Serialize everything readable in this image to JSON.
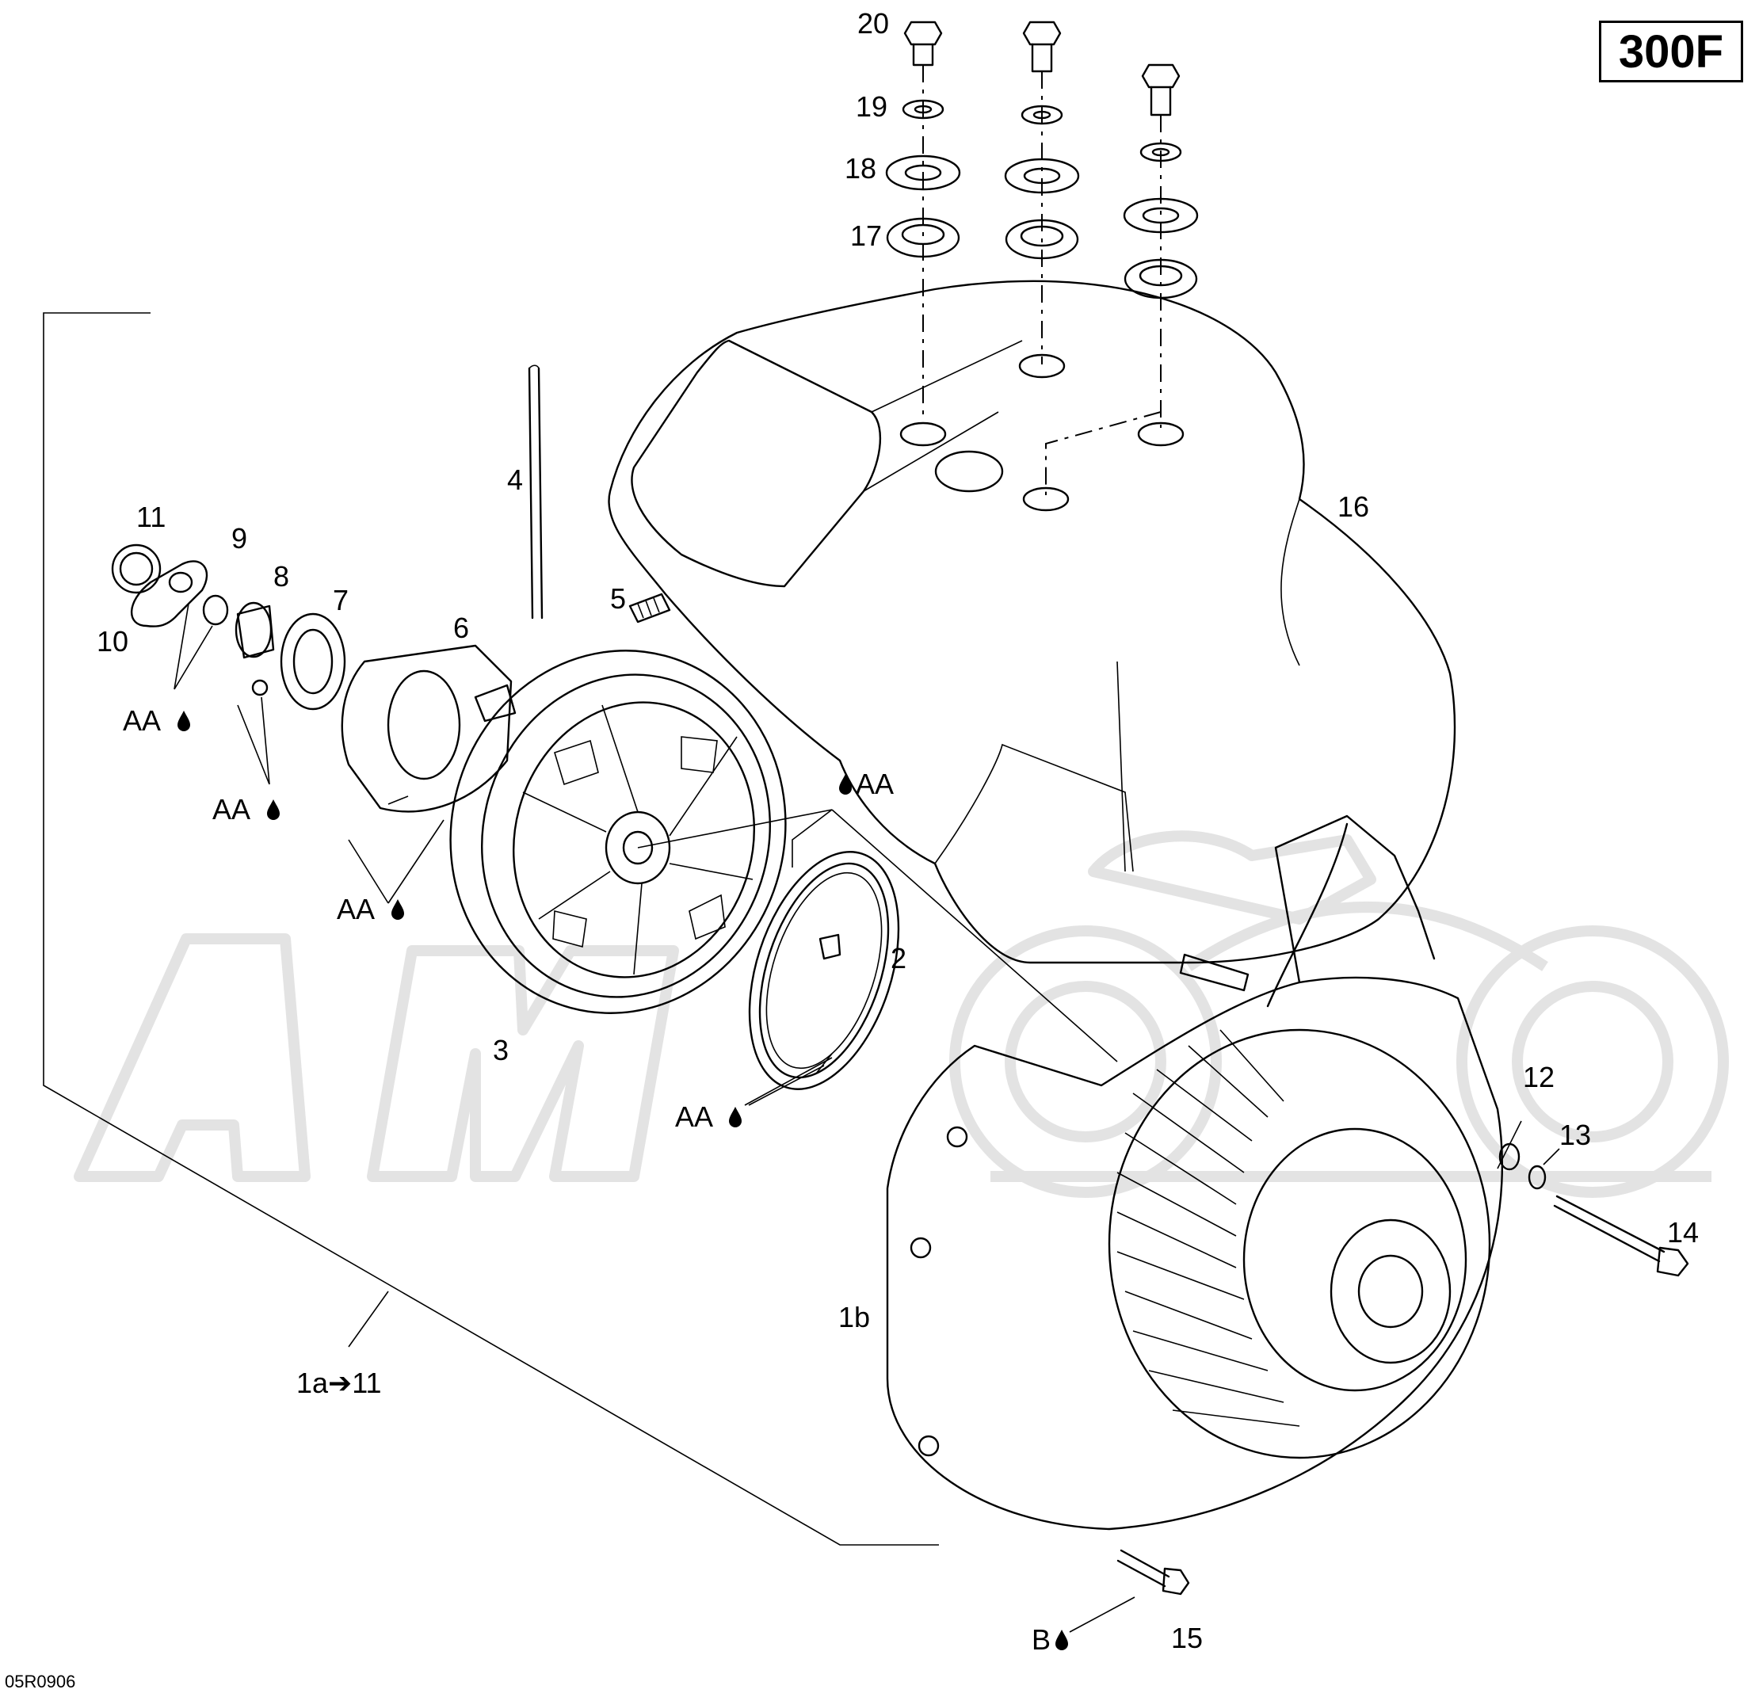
{
  "model_badge": "300F",
  "drawing_ref": "05R0906",
  "callouts": {
    "c1a": "1a➔11",
    "c1b": "1b",
    "c2": "2",
    "c3": "3",
    "c4": "4",
    "c5": "5",
    "c6": "6",
    "c7": "7",
    "c8": "8",
    "c9": "9",
    "c10": "10",
    "c11": "11",
    "c12": "12",
    "c13": "13",
    "c14": "14",
    "c15": "15",
    "c16": "16",
    "c17": "17",
    "c18": "18",
    "c19": "19",
    "c20": "20"
  },
  "lubricants": {
    "aa_1": "AA",
    "aa_2": "AA",
    "aa_3": "AA",
    "aa_4": "AA",
    "aa_5": "AA",
    "b": "B"
  },
  "icons": {
    "lube": "oil-drop-icon"
  }
}
